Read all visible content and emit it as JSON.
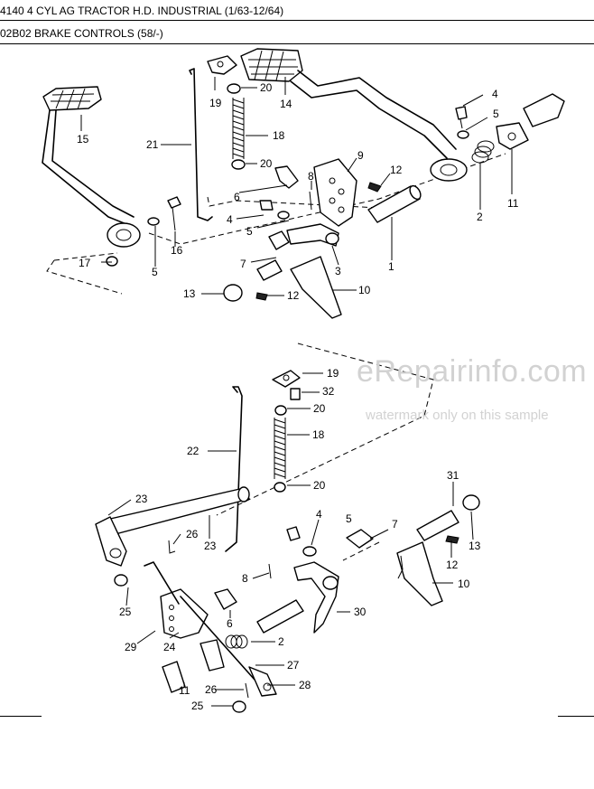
{
  "header": {
    "model_line": "4140 4 CYL AG TRACTOR H.D. INDUSTRIAL (1/63-12/64)",
    "section_line": "02B02 BRAKE CONTROLS (58/-)"
  },
  "watermark": {
    "site": "eRepairinfo.com",
    "note": "watermark only on this sample"
  },
  "callouts_top": [
    "19",
    "20",
    "14",
    "4",
    "5",
    "15",
    "21",
    "18",
    "20",
    "9",
    "12",
    "8",
    "6",
    "11",
    "4",
    "2",
    "5",
    "1",
    "7",
    "3",
    "17",
    "5",
    "16",
    "13",
    "12",
    "10"
  ],
  "callouts_bottom": [
    "19",
    "32",
    "20",
    "18",
    "22",
    "20",
    "31",
    "23",
    "4",
    "5",
    "7",
    "26",
    "23",
    "13",
    "8",
    "25",
    "12",
    "10",
    "30",
    "6",
    "29",
    "24",
    "2",
    "27",
    "11",
    "26",
    "28",
    "25"
  ]
}
